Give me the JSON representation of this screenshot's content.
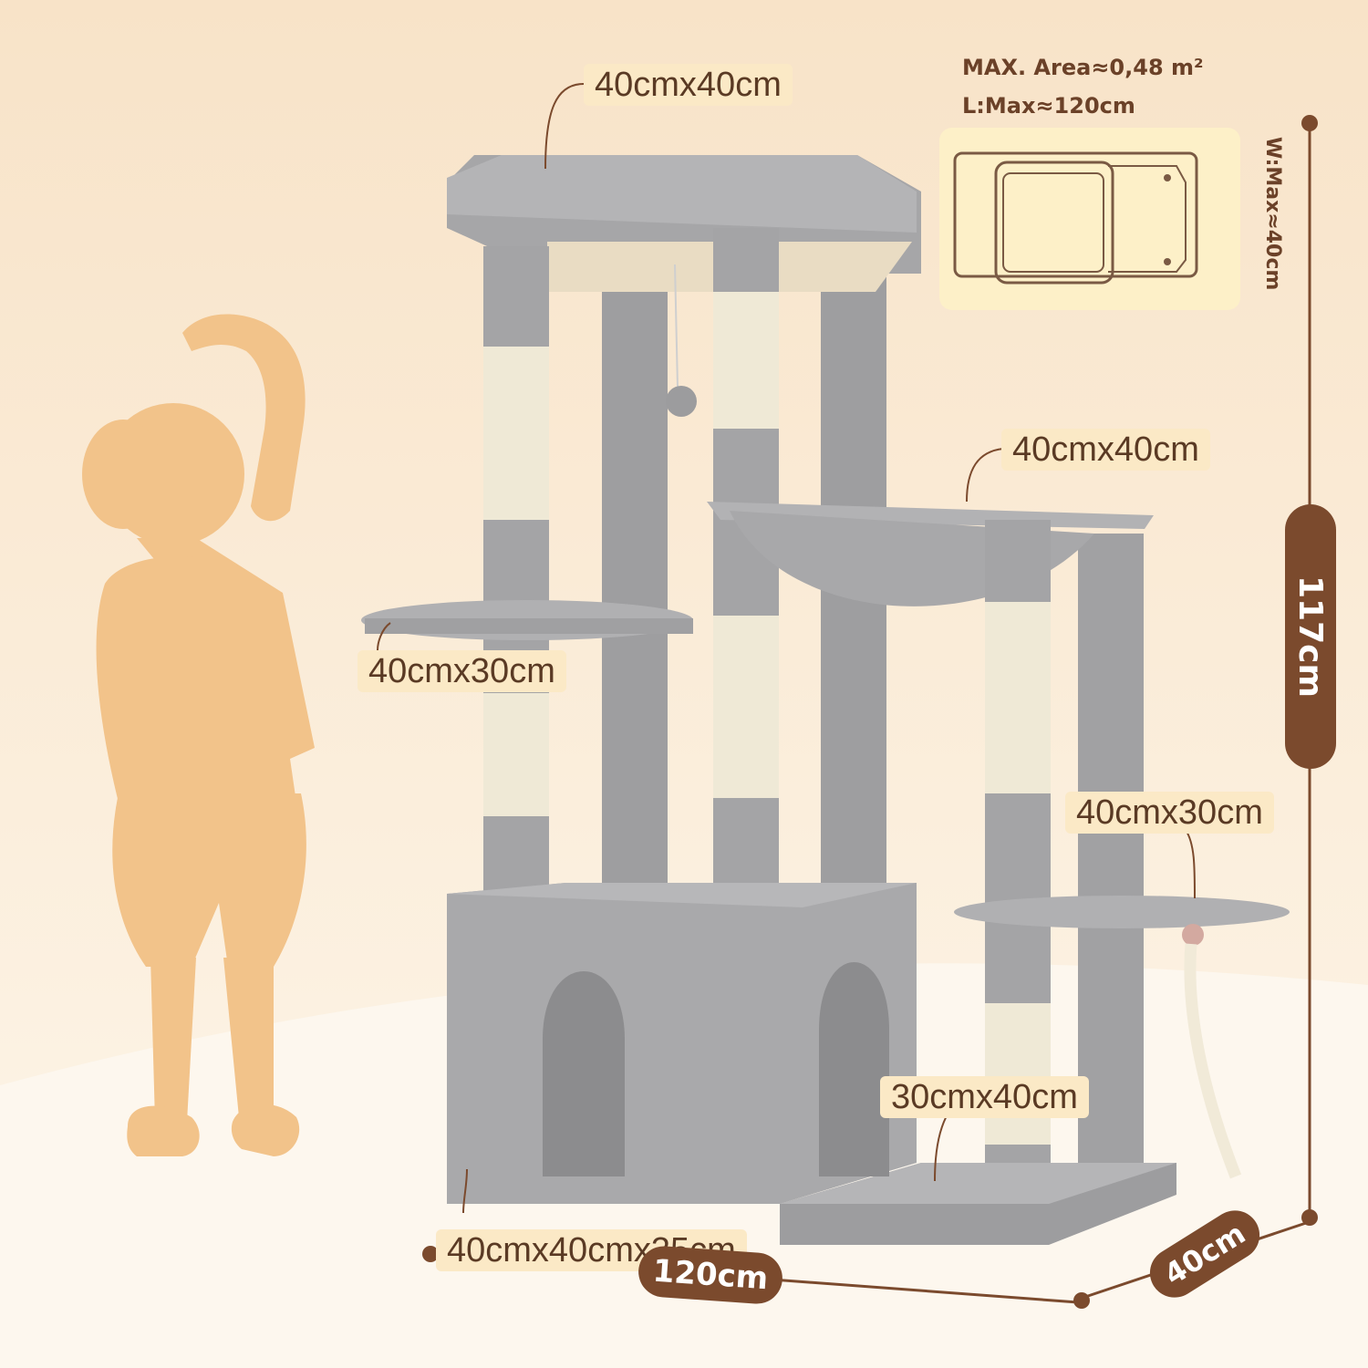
{
  "colors": {
    "background_top": "#f8e3c8",
    "background_bottom": "#fdf6ea",
    "silhouette": "#f2c38a",
    "plush_gray": "#a3a3a5",
    "sisal": "#efe9d6",
    "label_bg": "#fbe9c6",
    "label_text": "#5a3a24",
    "dimension_brown": "#7b4a2d"
  },
  "labels": {
    "top_perch": "40cmx40cm",
    "hammock": "40cmx40cm",
    "left_platform": "40cmx30cm",
    "right_platform": "40cmx30cm",
    "base_step": "30cmx40cm",
    "condo": "40cmx40cmx35cm"
  },
  "dimensions": {
    "height": "117cm",
    "length": "120cm",
    "depth": "40cm"
  },
  "footprint": {
    "area": "MAX. Area≈0,48 m²",
    "length": "L:Max≈120cm",
    "width": "W:Max≈40cm"
  },
  "icons": {
    "silhouette": "child-silhouette",
    "product": "cat-tree",
    "footprint": "footprint-diagram"
  }
}
